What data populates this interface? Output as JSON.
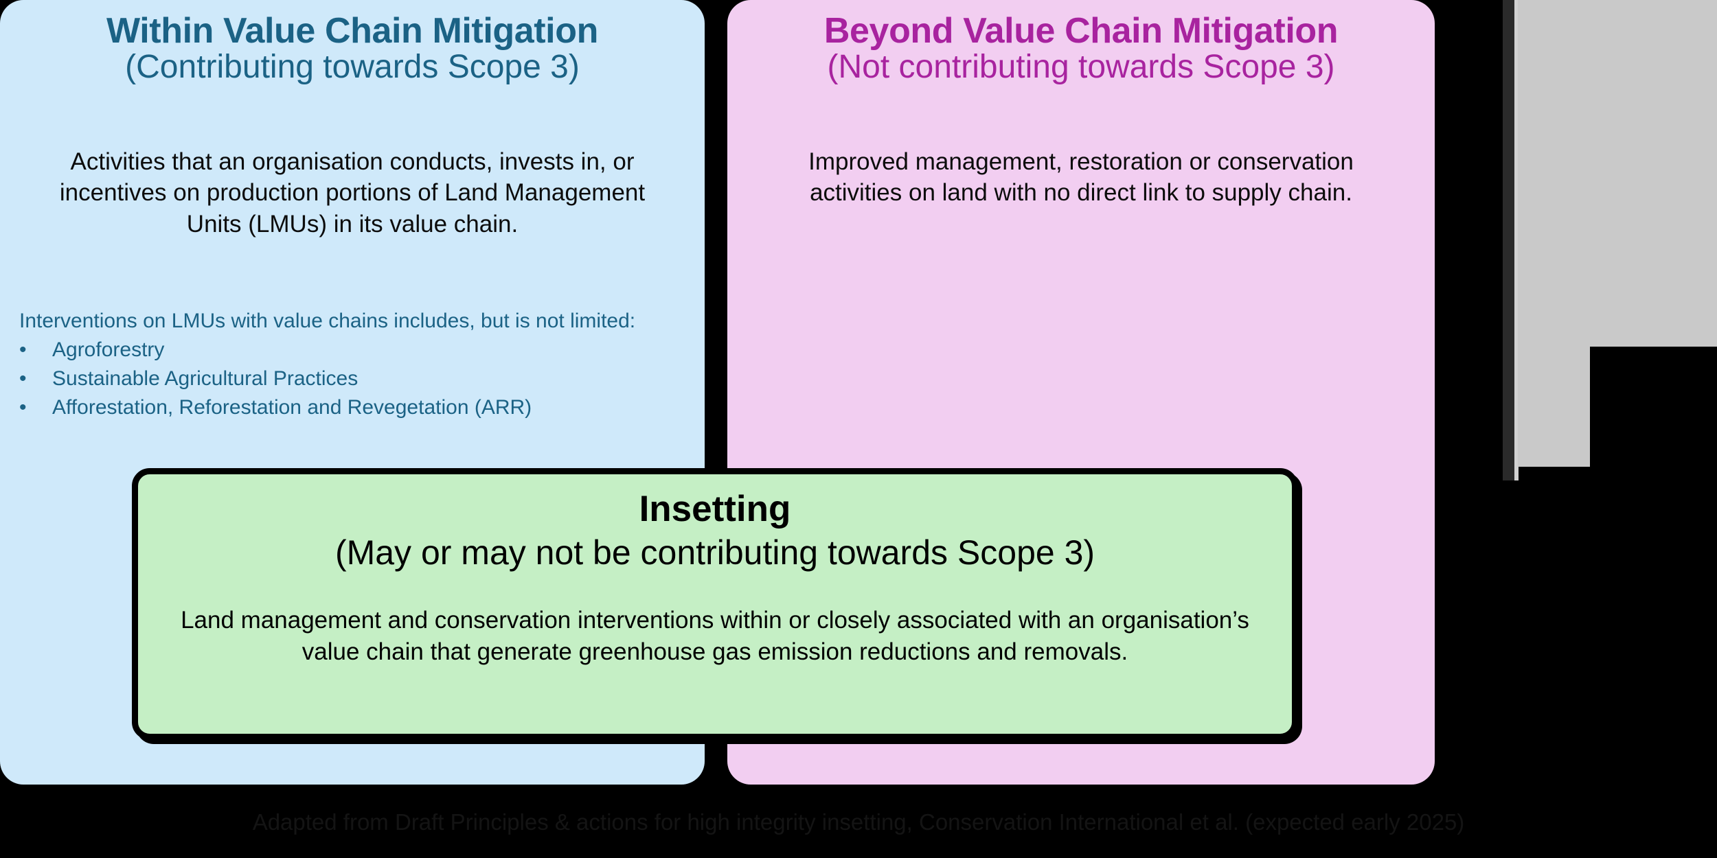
{
  "panels": {
    "within": {
      "title": "Within Value Chain Mitigation",
      "subtitle": "(Contributing towards Scope 3)",
      "body": "Activities that an organisation conducts, invests in, or incentives on production portions of Land Management Units (LMUs) in its value chain.",
      "list_intro": "Interventions on LMUs with value chains includes, but is not limited:",
      "bullet_glyph": "•",
      "list_items": [
        "Agroforestry",
        "Sustainable Agricultural Practices",
        "Afforestation, Reforestation and Revegetation (ARR)"
      ],
      "background_color": "#CFE9FA",
      "text_color": "#1B6285"
    },
    "beyond": {
      "title": "Beyond Value Chain Mitigation",
      "subtitle": "(Not contributing towards Scope 3)",
      "body": "Improved management, restoration or conservation activities on land with no direct link to supply chain.",
      "background_color": "#F2CEF1",
      "text_color": "#A8239F"
    }
  },
  "insetting": {
    "title": "Insetting",
    "subtitle": "(May or may not be contributing towards Scope 3)",
    "body": "Land management and conservation interventions within or closely associated with an organisation’s value chain that generate greenhouse gas emission reductions and removals.",
    "background_color": "#C5EFC5",
    "border_color": "#000000"
  },
  "footer": {
    "note": "Adapted from Draft Principles & actions for high integrity insetting, Conservation International et al. (expected early 2025)"
  },
  "canvas": {
    "background_color": "#000000",
    "plate_color": "#C9C9C9"
  }
}
